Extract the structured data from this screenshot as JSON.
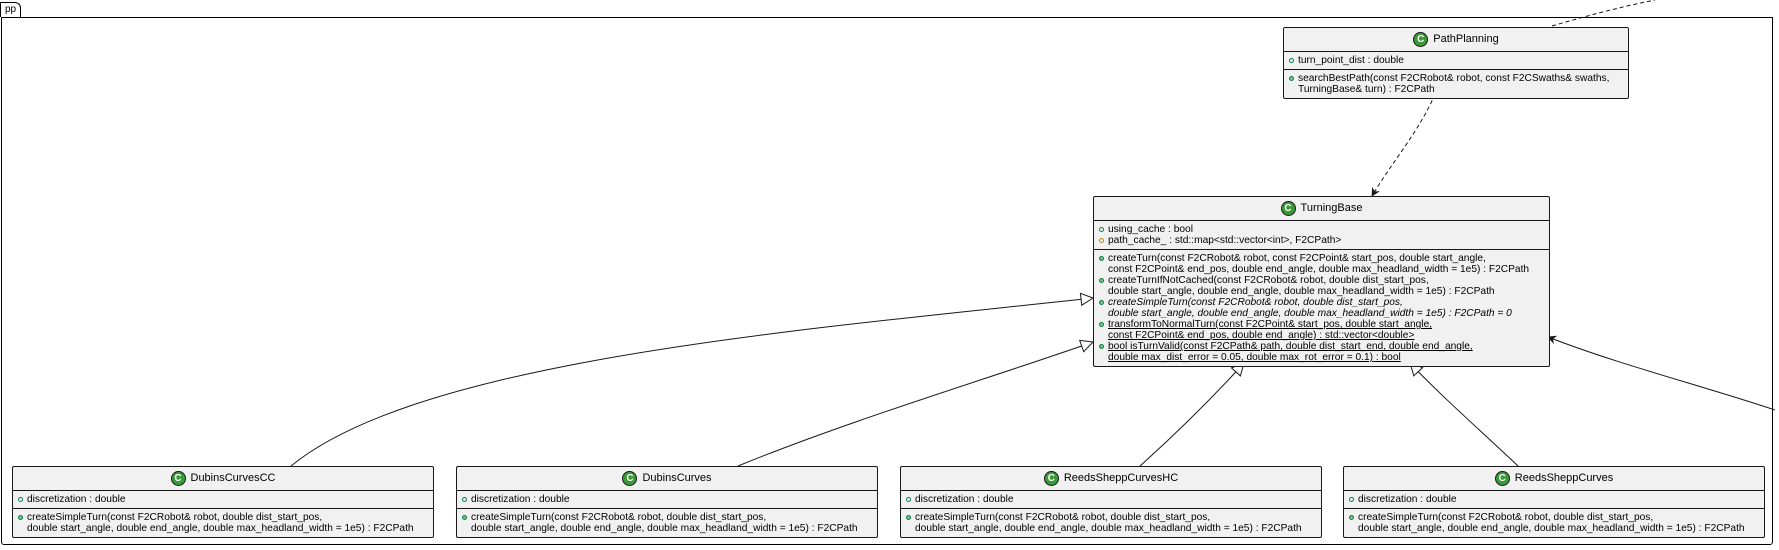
{
  "package": {
    "name": "pp"
  },
  "classes": {
    "path_planning": {
      "name": "PathPlanning",
      "badge": "C",
      "attributes": [
        {
          "text": "turn_point_dist : double",
          "visibility": "public"
        }
      ],
      "operations": [
        {
          "lines": [
            "searchBestPath(const F2CRobot& robot, const F2CSwaths& swaths,",
            "TurningBase& turn) : F2CPath"
          ],
          "visibility": "public"
        }
      ]
    },
    "turning_base": {
      "name": "TurningBase",
      "badge": "C",
      "attributes": [
        {
          "text": "using_cache : bool",
          "visibility": "public"
        },
        {
          "text": "path_cache_ : std::map<std::vector<int>, F2CPath>",
          "visibility": "protected"
        }
      ],
      "operations": [
        {
          "lines": [
            "createTurn(const F2CRobot& robot, const F2CPoint& start_pos, double start_angle,",
            "const F2CPoint& end_pos, double end_angle, double max_headland_width = 1e5) : F2CPath"
          ],
          "visibility": "public"
        },
        {
          "lines": [
            "createTurnIfNotCached(const F2CRobot& robot, double dist_start_pos,",
            "double start_angle, double end_angle, double max_headland_width = 1e5) : F2CPath"
          ],
          "visibility": "public"
        },
        {
          "lines": [
            "createSimpleTurn(const F2CRobot& robot, double dist_start_pos,",
            "double start_angle, double end_angle, double max_headland_width = 1e5) : F2CPath = 0"
          ],
          "visibility": "public",
          "abstract": true
        },
        {
          "lines": [
            "transformToNormalTurn(const F2CPoint& start_pos, double start_angle,",
            "const F2CPoint& end_pos, double end_angle) : std::vector<double>"
          ],
          "visibility": "public",
          "static": true
        },
        {
          "lines": [
            "bool isTurnValid(const F2CPath& path, double dist_start_end, double end_angle,",
            "double max_dist_error = 0.05, double max_rot_error = 0.1) : bool"
          ],
          "visibility": "public",
          "static": true
        }
      ]
    },
    "dubins_curves_cc": {
      "name": "DubinsCurvesCC",
      "badge": "C",
      "attributes": [
        {
          "text": "discretization : double",
          "visibility": "public"
        }
      ],
      "operations": [
        {
          "lines": [
            "createSimpleTurn(const F2CRobot& robot, double dist_start_pos,",
            "double start_angle, double end_angle, double max_headland_width = 1e5) : F2CPath"
          ],
          "visibility": "public"
        }
      ]
    },
    "dubins_curves": {
      "name": "DubinsCurves",
      "badge": "C",
      "attributes": [
        {
          "text": "discretization : double",
          "visibility": "public"
        }
      ],
      "operations": [
        {
          "lines": [
            "createSimpleTurn(const F2CRobot& robot, double dist_start_pos,",
            "double start_angle, double end_angle, double max_headland_width = 1e5) : F2CPath"
          ],
          "visibility": "public"
        }
      ]
    },
    "reeds_shepp_curves_hc": {
      "name": "ReedsSheppCurvesHC",
      "badge": "C",
      "attributes": [
        {
          "text": "discretization : double",
          "visibility": "public"
        }
      ],
      "operations": [
        {
          "lines": [
            "createSimpleTurn(const F2CRobot& robot, double dist_start_pos,",
            "double start_angle, double end_angle, double max_headland_width = 1e5) : F2CPath"
          ],
          "visibility": "public"
        }
      ]
    },
    "reeds_shepp_curves": {
      "name": "ReedsSheppCurves",
      "badge": "C",
      "attributes": [
        {
          "text": "discretization : double",
          "visibility": "public"
        }
      ],
      "operations": [
        {
          "lines": [
            "createSimpleTurn(const F2CRobot& robot, double dist_start_pos,",
            "double start_angle, double end_angle, double max_headland_width = 1e5) : F2CPath"
          ],
          "visibility": "public"
        }
      ]
    }
  },
  "relations": [
    {
      "from": "dubins_curves_cc",
      "to": "turning_base",
      "kind": "generalization"
    },
    {
      "from": "dubins_curves",
      "to": "turning_base",
      "kind": "generalization"
    },
    {
      "from": "reeds_shepp_curves_hc",
      "to": "turning_base",
      "kind": "generalization"
    },
    {
      "from": "reeds_shepp_curves",
      "to": "turning_base",
      "kind": "generalization"
    },
    {
      "from": "path_planning",
      "to": "turning_base",
      "kind": "dependency"
    }
  ],
  "colors": {
    "class_fill": "#f1f1f1",
    "class_border": "#181818",
    "badge": "#3a9a38"
  }
}
